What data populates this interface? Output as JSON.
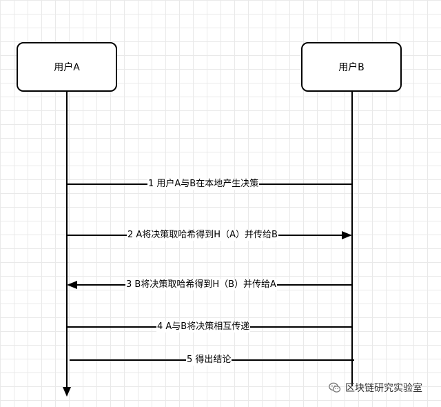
{
  "actors": {
    "a": {
      "label": "用户A"
    },
    "b": {
      "label": "用户B"
    }
  },
  "messages": [
    {
      "label": "1 用户A与B在本地产生决策",
      "direction": "none"
    },
    {
      "label": "2 A将决策取哈希得到H（A）并传给B",
      "direction": "to-b"
    },
    {
      "label": "3 B将决策取哈希得到H（B）并传给A",
      "direction": "to-a"
    },
    {
      "label": "4 A与B将决策相互传递",
      "direction": "none"
    },
    {
      "label": "5 得出结论",
      "direction": "none"
    }
  ],
  "watermark": {
    "text": "区块链研究实验室",
    "icon": "wechat-icon"
  }
}
